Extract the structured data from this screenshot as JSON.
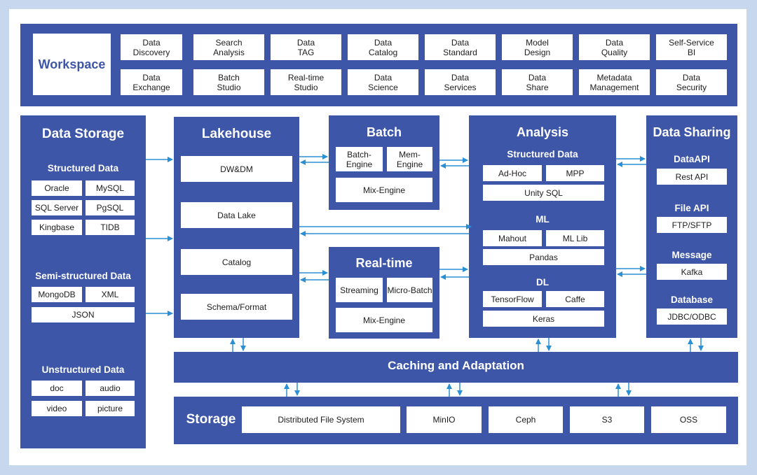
{
  "colors": {
    "block": "#3d56a8",
    "arrow": "#2b8fd6",
    "background": "#c7d7ee"
  },
  "workspace": {
    "title": "Workspace",
    "row1": [
      "Data\nDiscovery",
      "Search\nAnalysis",
      "Data\nTAG",
      "Data\nCatalog",
      "Data\nStandard",
      "Model\nDesign",
      "Data\nQuality",
      "Self-Service\nBI"
    ],
    "row2": [
      "Data\nExchange",
      "Batch\nStudio",
      "Real-time\nStudio",
      "Data\nScience",
      "Data\nServices",
      "Data\nShare",
      "Metadata\nManagement",
      "Data\nSecurity"
    ]
  },
  "data_storage": {
    "title": "Data Storage",
    "structured": {
      "title": "Structured Data",
      "items": [
        "Oracle",
        "MySQL",
        "SQL Server",
        "PgSQL",
        "Kingbase",
        "TIDB"
      ]
    },
    "semi": {
      "title": "Semi-structured Data",
      "items": [
        "MongoDB",
        "XML",
        "JSON"
      ]
    },
    "unstructured": {
      "title": "Unstructured Data",
      "items": [
        "doc",
        "audio",
        "video",
        "picture"
      ]
    }
  },
  "lakehouse": {
    "title": "Lakehouse",
    "items": [
      "DW&DM",
      "Data Lake",
      "Catalog",
      "Schema/Format"
    ]
  },
  "batch": {
    "title": "Batch",
    "items": [
      "Batch-\nEngine",
      "Mem-\nEngine",
      "Mix-Engine"
    ]
  },
  "realtime": {
    "title": "Real-time",
    "items": [
      "Streaming",
      "Micro-Batch",
      "Mix-Engine"
    ]
  },
  "analysis": {
    "title": "Analysis",
    "structured": {
      "title": "Structured Data",
      "items": [
        "Ad-Hoc",
        "MPP",
        "Unity SQL"
      ]
    },
    "ml": {
      "title": "ML",
      "items": [
        "Mahout",
        "ML Lib",
        "Pandas"
      ]
    },
    "dl": {
      "title": "DL",
      "items": [
        "TensorFlow",
        "Caffe",
        "Keras"
      ]
    }
  },
  "data_sharing": {
    "title": "Data Sharing",
    "groups": [
      {
        "title": "DataAPI",
        "item": "Rest API"
      },
      {
        "title": "File API",
        "item": "FTP/SFTP"
      },
      {
        "title": "Message",
        "item": "Kafka"
      },
      {
        "title": "Database",
        "item": "JDBC/ODBC"
      }
    ]
  },
  "caching": {
    "title": "Caching and Adaptation"
  },
  "storage": {
    "title": "Storage",
    "items": [
      "Distributed File System",
      "MinIO",
      "Ceph",
      "S3",
      "OSS"
    ]
  }
}
